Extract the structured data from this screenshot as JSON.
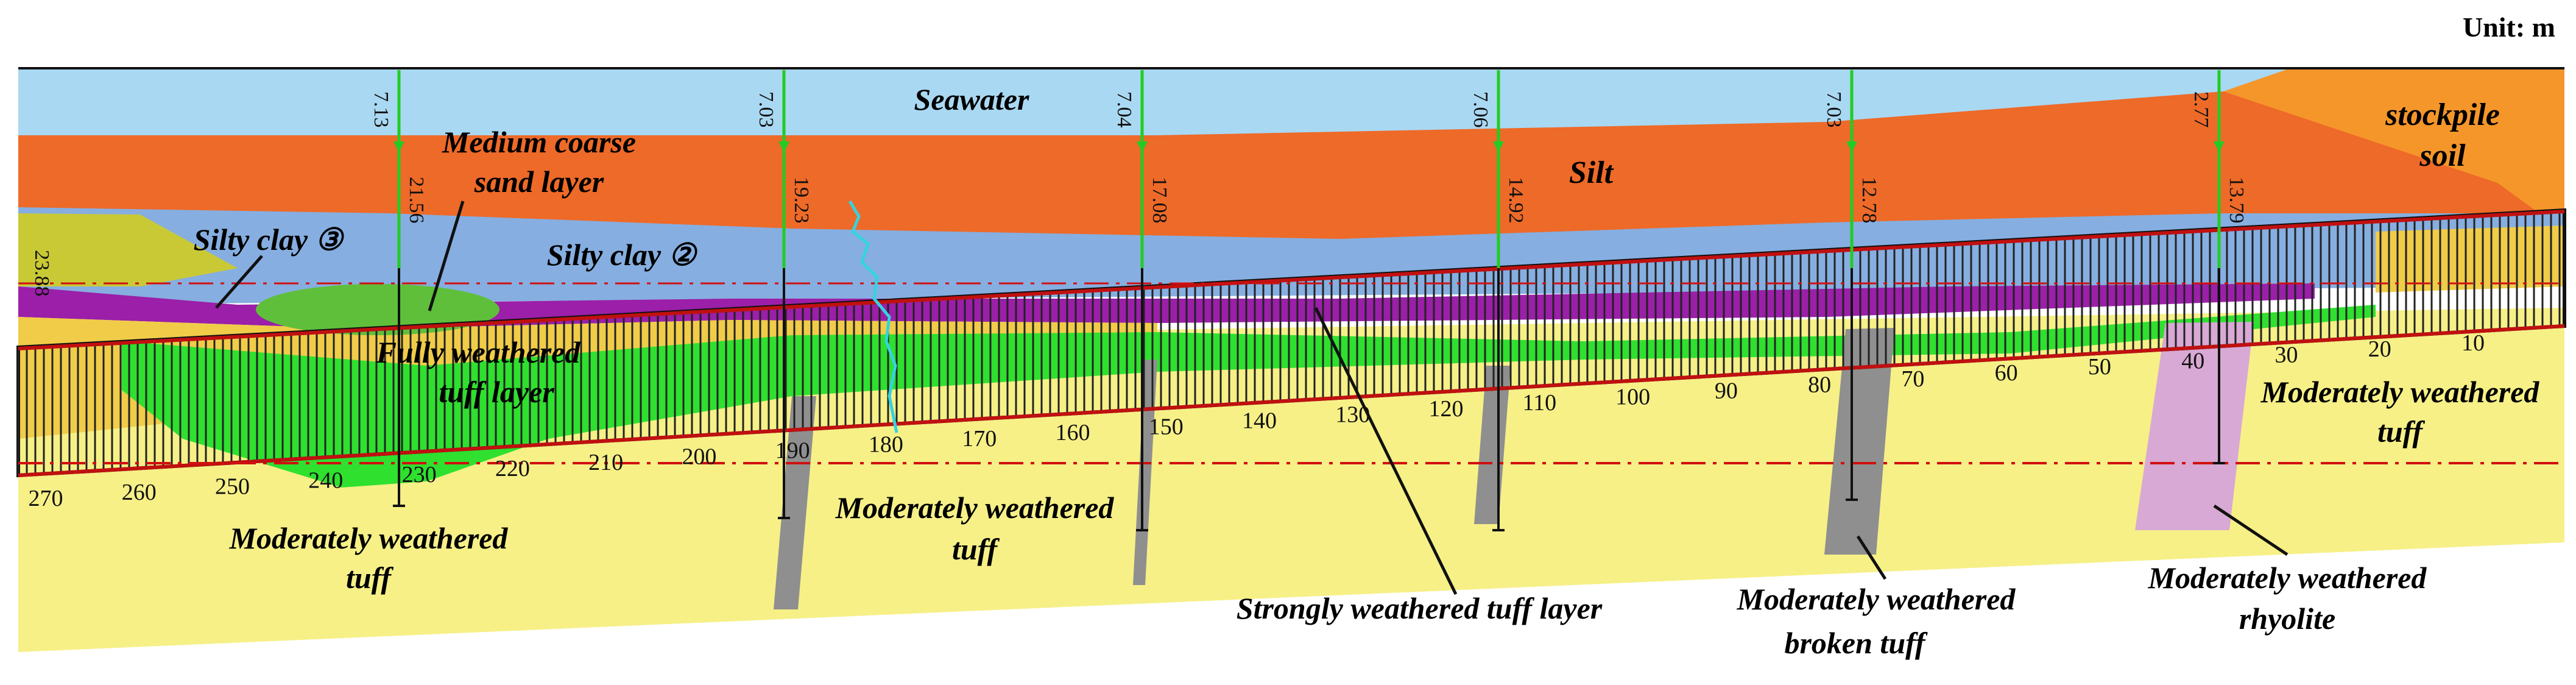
{
  "unit": "Unit: m",
  "labels": {
    "seawater": "Seawater",
    "silt": "Silt",
    "stockpile_1": "stockpile",
    "stockpile_2": "soil",
    "medium_sand_1": "Medium coarse",
    "medium_sand_2": "sand layer",
    "silty_clay_3": "Silty clay ③",
    "silty_clay_2": "Silty clay ②",
    "fully_weathered_1": "Fully weathered",
    "fully_weathered_2": "tuff layer",
    "mod_tuff_left_1": "Moderately weathered",
    "mod_tuff_left_2": "tuff",
    "mod_tuff_mid_1": "Moderately weathered",
    "mod_tuff_mid_2": "tuff",
    "mod_tuff_right_1": "Moderately weathered",
    "mod_tuff_right_2": "tuff",
    "strongly_weathered": "Strongly weathered tuff layer",
    "broken_tuff_1": "Moderately  weathered",
    "broken_tuff_2": "broken tuff",
    "rhyolite_1": "Moderately weathered",
    "rhyolite_2": "rhyolite"
  },
  "boreholes": [
    {
      "water": "7.13",
      "silt": "21.56"
    },
    {
      "water": "7.03",
      "silt": "19.23"
    },
    {
      "water": "7.04",
      "silt": "17.08"
    },
    {
      "water": "7.06",
      "silt": "14.92"
    },
    {
      "water": "7.03",
      "silt": "12.78"
    },
    {
      "water": "2.77",
      "silt": "13.79"
    }
  ],
  "left_depth": "23.88",
  "chainage": [
    "270",
    "260",
    "250",
    "240",
    "230",
    "220",
    "210",
    "200",
    "190",
    "180",
    "170",
    "160",
    "150",
    "140",
    "130",
    "120",
    "110",
    "100",
    "90",
    "80",
    "70",
    "60",
    "50",
    "40",
    "30",
    "20",
    "10"
  ],
  "colors": {
    "seawater": "#a9d8f2",
    "silt": "#ee6a28",
    "stockpile": "#f5962a",
    "silty_clay_2": "#86aee0",
    "silty_clay_3": "#c9c936",
    "medium_sand": "#5fbf3a",
    "purple_layer": "#9b1fa8",
    "fully_weathered": "#f0cc48",
    "strongly_weathered": "#2fe02f",
    "moderately_weathered": "#f6f087",
    "broken_tuff": "#8f8f8f",
    "rhyolite": "#d8a9d4",
    "tunnel_line": "#d01010",
    "borehole": "#22cc22"
  }
}
